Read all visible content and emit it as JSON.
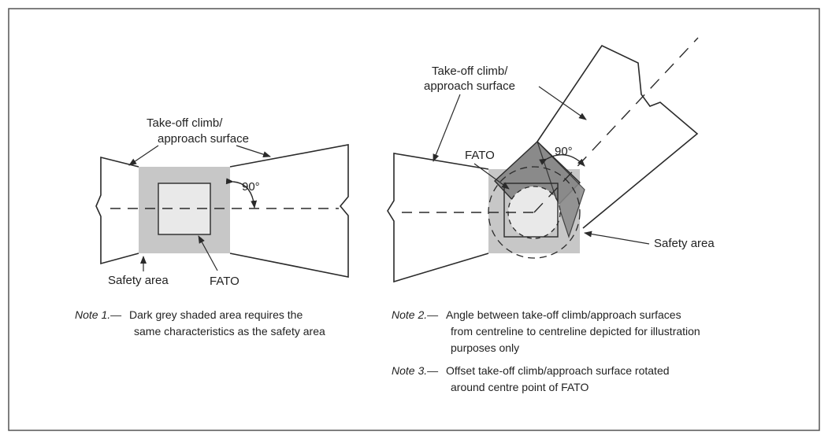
{
  "diagram": {
    "colors": {
      "safety_area": "#c7c7c7",
      "fato_fill": "#e9e9e9",
      "dark_grey_area": "#8a8a8a",
      "line": "#2a2a2a"
    },
    "left": {
      "surface_label_line1": "Take-off climb/",
      "surface_label_line2": "approach surface",
      "angle_label": "90°",
      "safety_area_label": "Safety area",
      "fato_label": "FATO"
    },
    "right": {
      "surface_label_line1": "Take-off climb/",
      "surface_label_line2": "approach surface",
      "angle_label": "90°",
      "fato_label": "FATO",
      "safety_area_label": "Safety area"
    },
    "notes": {
      "note1_label": "Note 1.—",
      "note1_line1": "Dark grey shaded area requires the",
      "note1_line2": "same characteristics as the safety area",
      "note2_label": "Note 2.—",
      "note2_line1": "Angle between take-off climb/approach surfaces",
      "note2_line2": "from centreline to centreline depicted for illustration",
      "note2_line3": "purposes only",
      "note3_label": "Note 3.—",
      "note3_line1": "Offset take-off climb/approach surface rotated",
      "note3_line2": "around centre point of FATO"
    }
  }
}
